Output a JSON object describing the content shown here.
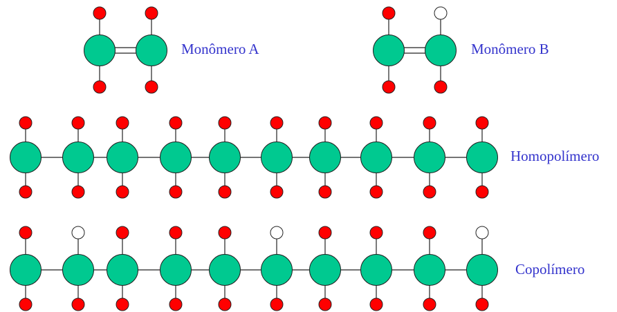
{
  "labels": {
    "monomer_a": "Monômero A",
    "monomer_b": "Monômero B",
    "homopolymer": "Homopolímero",
    "copolymer": "Copolímero"
  },
  "colors": {
    "backbone_atom": "#00c990",
    "red_atom": "#ff0000",
    "white_atom": "#ffffff",
    "outline": "#222222",
    "label_text": "#3333cc"
  },
  "monomer_a": {
    "top_atoms": [
      "red",
      "red"
    ],
    "bottom_atoms": [
      "red",
      "red"
    ],
    "bond": "double"
  },
  "monomer_b": {
    "top_atoms": [
      "red",
      "white"
    ],
    "bottom_atoms": [
      "red",
      "red"
    ],
    "bond": "double"
  },
  "homopolymer": {
    "units": 10,
    "top_atoms": [
      "red",
      "red",
      "red",
      "red",
      "red",
      "red",
      "red",
      "red",
      "red",
      "red"
    ],
    "bottom_atoms": [
      "red",
      "red",
      "red",
      "red",
      "red",
      "red",
      "red",
      "red",
      "red",
      "red"
    ]
  },
  "copolymer": {
    "units": 10,
    "top_atoms": [
      "red",
      "white",
      "red",
      "red",
      "red",
      "white",
      "red",
      "red",
      "red",
      "white"
    ],
    "bottom_atoms": [
      "red",
      "red",
      "red",
      "red",
      "red",
      "red",
      "red",
      "red",
      "red",
      "red"
    ]
  }
}
